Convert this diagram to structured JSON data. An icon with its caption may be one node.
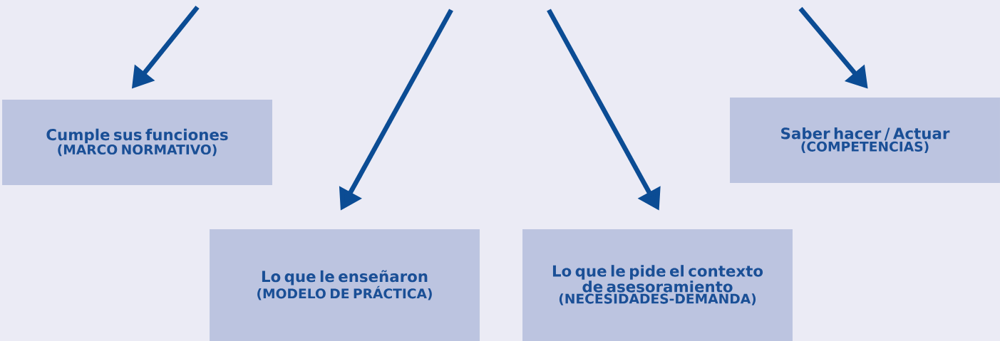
{
  "diagram": {
    "nodes": [
      {
        "text": [
          "Cumple sus funciones",
          "(MARCO NORMATIVO)"
        ]
      },
      {
        "text": [
          "Lo que le enseñaron",
          "(MODELO DE PRÁCTICA)"
        ]
      },
      {
        "text": [
          "Lo que le pide el contexto de asesoramiento",
          "(NECESIDADES-DEMANDA)"
        ]
      },
      {
        "text": [
          "Saber hacer / Actuar",
          "(COMPETENCIAS)"
        ]
      }
    ],
    "edges": [
      {
        "from": null,
        "to": 0,
        "arrow": "to"
      },
      {
        "from": null,
        "to": 1,
        "arrow": "to"
      },
      {
        "from": null,
        "to": 2,
        "arrow": "to"
      },
      {
        "from": null,
        "to": 3,
        "arrow": "to"
      }
    ]
  }
}
